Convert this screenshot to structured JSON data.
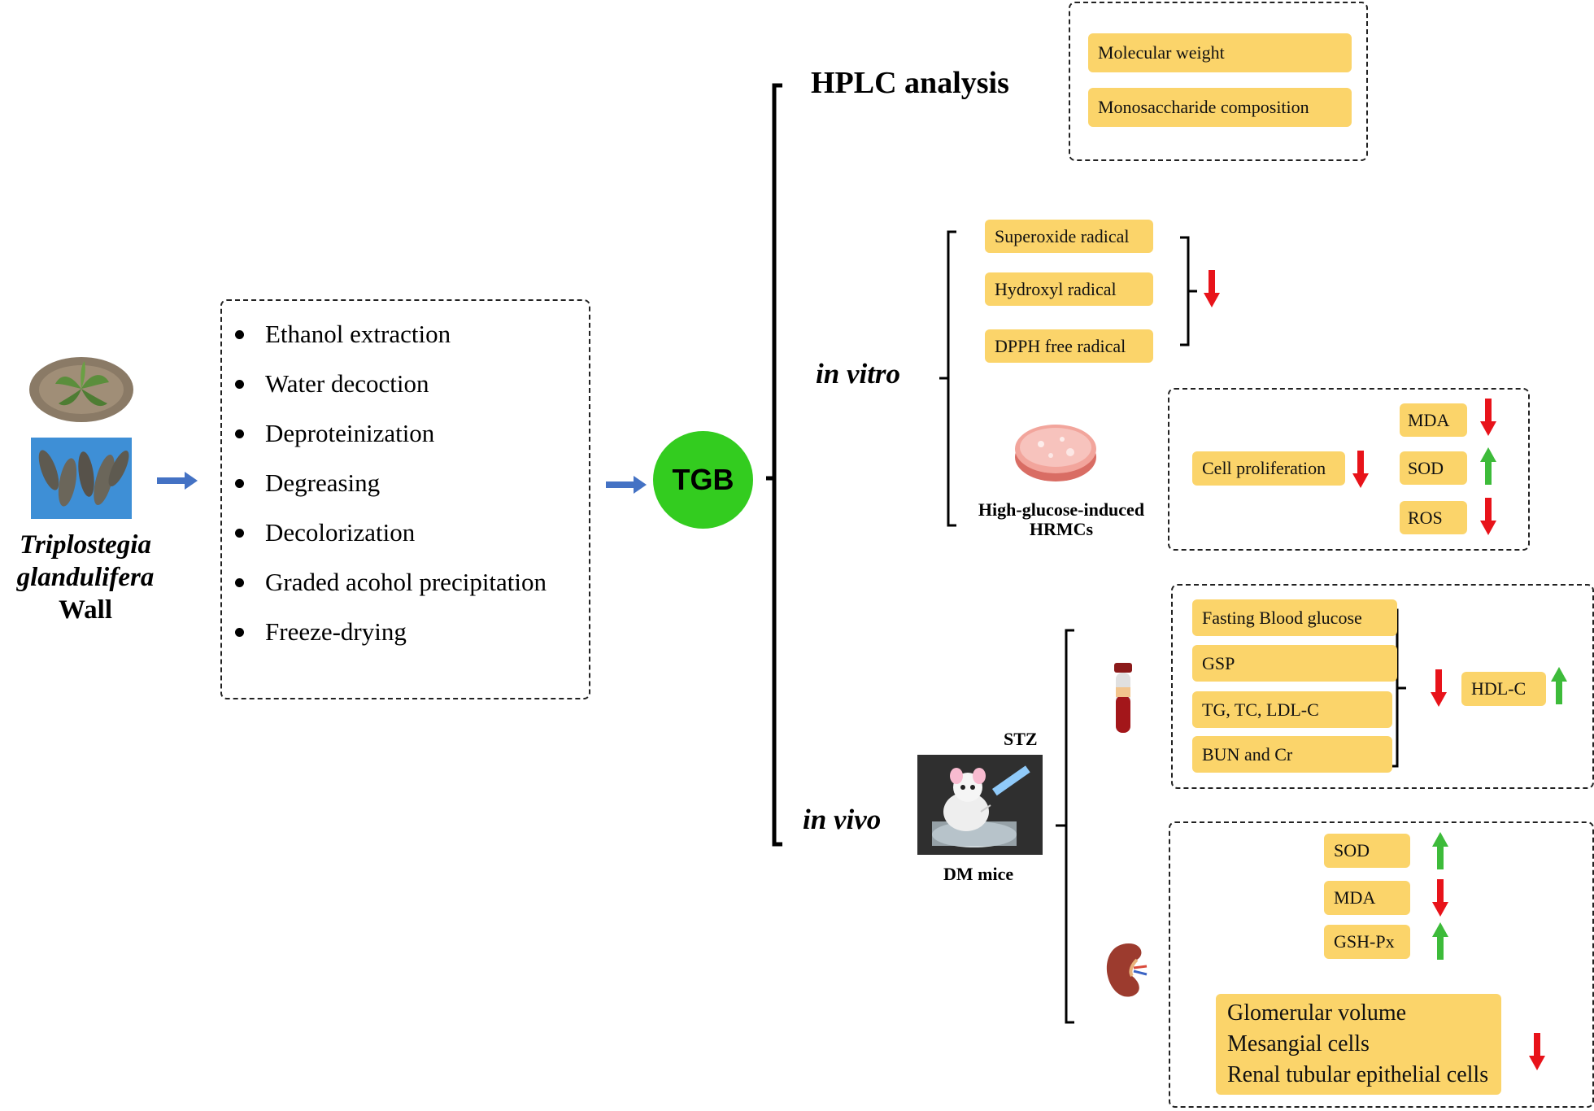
{
  "plant": {
    "name_line1": "Triplostegia",
    "name_line2": "glandulifera",
    "name_line3": "Wall"
  },
  "process": {
    "steps": [
      "Ethanol extraction",
      "Water decoction",
      "Deproteinization",
      "Degreasing",
      "Decolorization",
      "Graded acohol precipitation",
      "Freeze-drying"
    ]
  },
  "center": {
    "label": "TGB"
  },
  "hplc": {
    "title": "HPLC analysis",
    "items": [
      "Molecular weight",
      "Monosaccharide composition"
    ]
  },
  "in_vitro": {
    "title": "in vitro",
    "radicals": [
      "Superoxide  radical",
      "Hydroxyl  radical",
      "DPPH free radical"
    ],
    "radicals_trend": "down",
    "cell_title_line1": "High-glucose-induced",
    "cell_title_line2": "HRMCs",
    "cell_proliferation": "Cell proliferation",
    "cell_markers": [
      {
        "label": "MDA",
        "trend": "down"
      },
      {
        "label": "SOD",
        "trend": "up"
      },
      {
        "label": "ROS",
        "trend": "down"
      }
    ]
  },
  "in_vivo": {
    "title": "in vivo",
    "stz_label": "STZ",
    "mice_label": "DM mice",
    "blood_markers": [
      "Fasting Blood glucose",
      "GSP",
      "TG,  TC,  LDL-C",
      "BUN and Cr"
    ],
    "blood_trend": "down",
    "hdl": {
      "label": "HDL-C",
      "trend": "up"
    },
    "kidney_markers": [
      {
        "label": "SOD",
        "trend": "up"
      },
      {
        "label": "MDA",
        "trend": "down"
      },
      {
        "label": "GSH-Px",
        "trend": "up"
      }
    ],
    "histology": [
      "Glomerular volume",
      "Mesangial cells",
      "Renal tubular epithelial cells"
    ],
    "histology_trend": "down"
  },
  "colors": {
    "box_fill": "#fbd46a",
    "tgb_circle": "#33cc1f",
    "arrow_blue": "#4472c4",
    "arrow_down": "#e8131a",
    "arrow_up": "#3dbb3a"
  }
}
